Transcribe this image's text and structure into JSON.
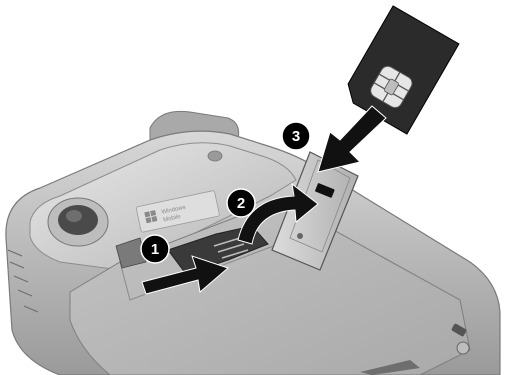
{
  "steps": [
    {
      "number": "1",
      "action": "slide-latch"
    },
    {
      "number": "2",
      "action": "flip-open"
    },
    {
      "number": "3",
      "action": "insert-sim"
    }
  ],
  "device_label": {
    "logo": "windows-flag",
    "line1": "Windows",
    "line2": "Mobile"
  },
  "colors": {
    "device_body": "#cfcfcf",
    "device_shadow": "#8e8e8e",
    "battery_area": "#b9b9b9",
    "sim_card": "#2b2b2b",
    "sim_chip": "#e6e6e6",
    "arrow": "#111111",
    "callout_bg": "#000000",
    "callout_text": "#ffffff"
  }
}
